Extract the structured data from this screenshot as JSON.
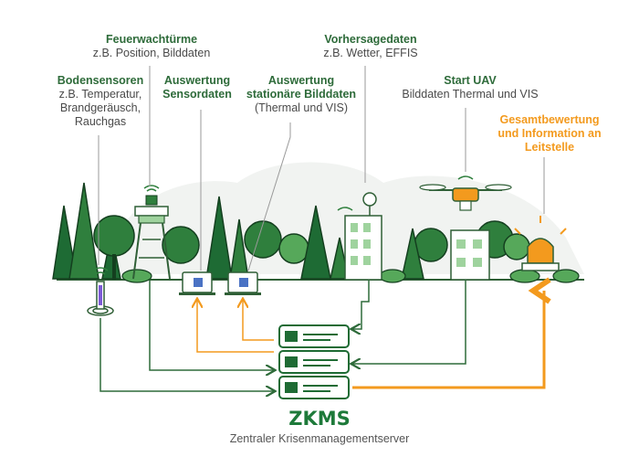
{
  "labels": {
    "feuerwacht": {
      "title": "Feuerwachtürme",
      "desc": "z.B. Position, Bilddaten"
    },
    "vorhersage": {
      "title": "Vorhersagedaten",
      "desc": "z.B. Wetter, EFFIS"
    },
    "boden": {
      "title": "Bodensensoren",
      "desc": [
        "z.B. Temperatur,",
        "Brandgeräusch,",
        "Rauchgas"
      ]
    },
    "auswertung_sensor": {
      "title": [
        "Auswertung",
        "Sensordaten"
      ]
    },
    "auswertung_bild": {
      "title": [
        "Auswertung",
        "stationäre Bilddaten"
      ],
      "desc": "(Thermal und VIS)"
    },
    "start_uav": {
      "title": "Start UAV",
      "desc": "Bilddaten Thermal und VIS"
    },
    "gesamt": {
      "title": [
        "Gesamtbewertung",
        "und Information an",
        "Leitstelle"
      ]
    }
  },
  "zkms": {
    "title": "ZKMS",
    "subtitle": "Zentraler Krisenmanagementserver"
  },
  "colors": {
    "green": "#2e6b3a",
    "dark_green": "#1e5e2e",
    "orange": "#f39a1e",
    "light_green": "#56a85a"
  }
}
